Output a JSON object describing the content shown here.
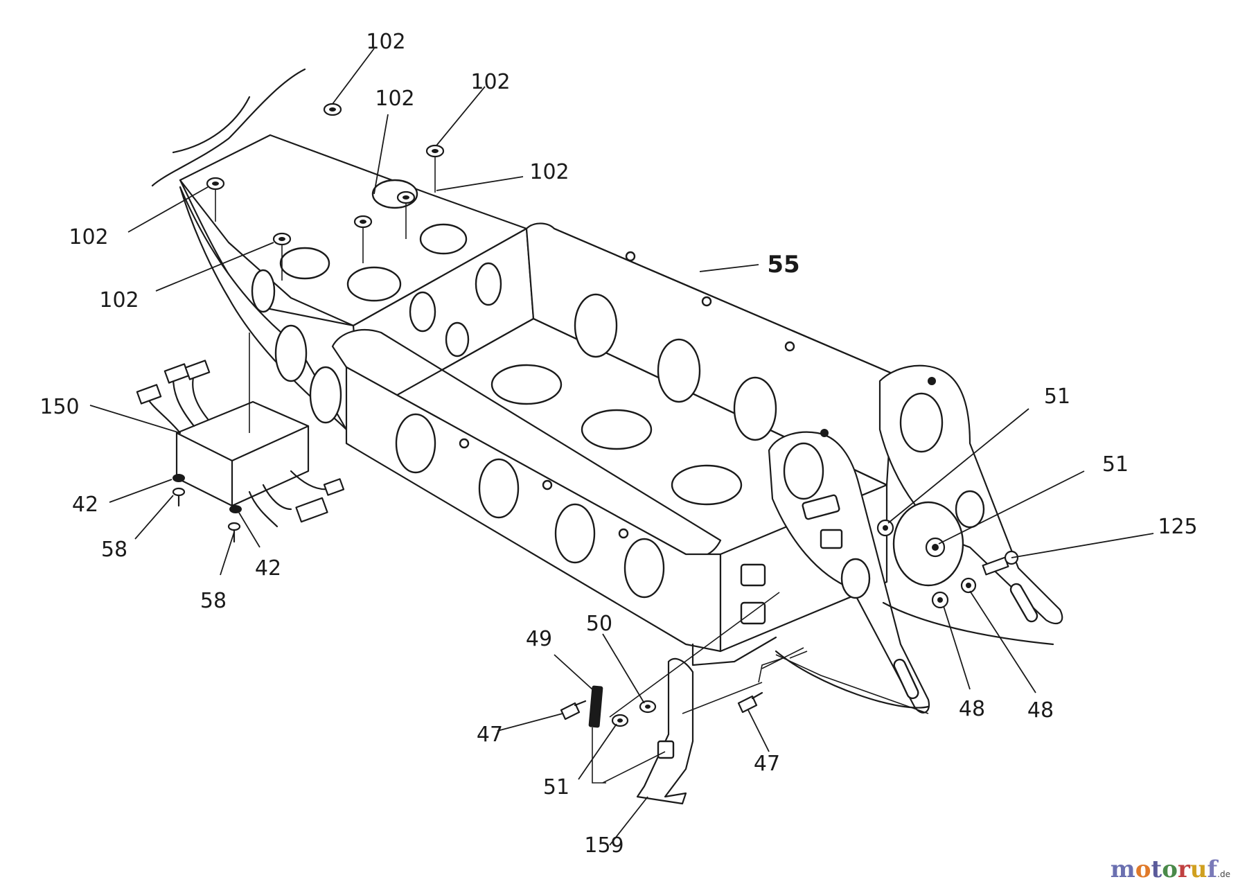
{
  "labels": [
    {
      "id": "l102a",
      "text": "102"
    },
    {
      "id": "l102b",
      "text": "102"
    },
    {
      "id": "l102c",
      "text": "102"
    },
    {
      "id": "l102d",
      "text": "102"
    },
    {
      "id": "l102e",
      "text": "102"
    },
    {
      "id": "l102f",
      "text": "102"
    },
    {
      "id": "l55",
      "text": "55"
    },
    {
      "id": "l150",
      "text": "150"
    },
    {
      "id": "l42a",
      "text": "42"
    },
    {
      "id": "l58a",
      "text": "58"
    },
    {
      "id": "l42b",
      "text": "42"
    },
    {
      "id": "l58b",
      "text": "58"
    },
    {
      "id": "l51a",
      "text": "51"
    },
    {
      "id": "l51b",
      "text": "51"
    },
    {
      "id": "l125",
      "text": "125"
    },
    {
      "id": "l48a",
      "text": "48"
    },
    {
      "id": "l48b",
      "text": "48"
    },
    {
      "id": "l49",
      "text": "49"
    },
    {
      "id": "l50",
      "text": "50"
    },
    {
      "id": "l47a",
      "text": "47"
    },
    {
      "id": "l51c",
      "text": "51"
    },
    {
      "id": "l159",
      "text": "159"
    },
    {
      "id": "l47b",
      "text": "47"
    }
  ],
  "watermark": {
    "letters": [
      "m",
      "o",
      "t",
      "o",
      "r",
      "u",
      "f"
    ],
    "tld": ".de"
  }
}
